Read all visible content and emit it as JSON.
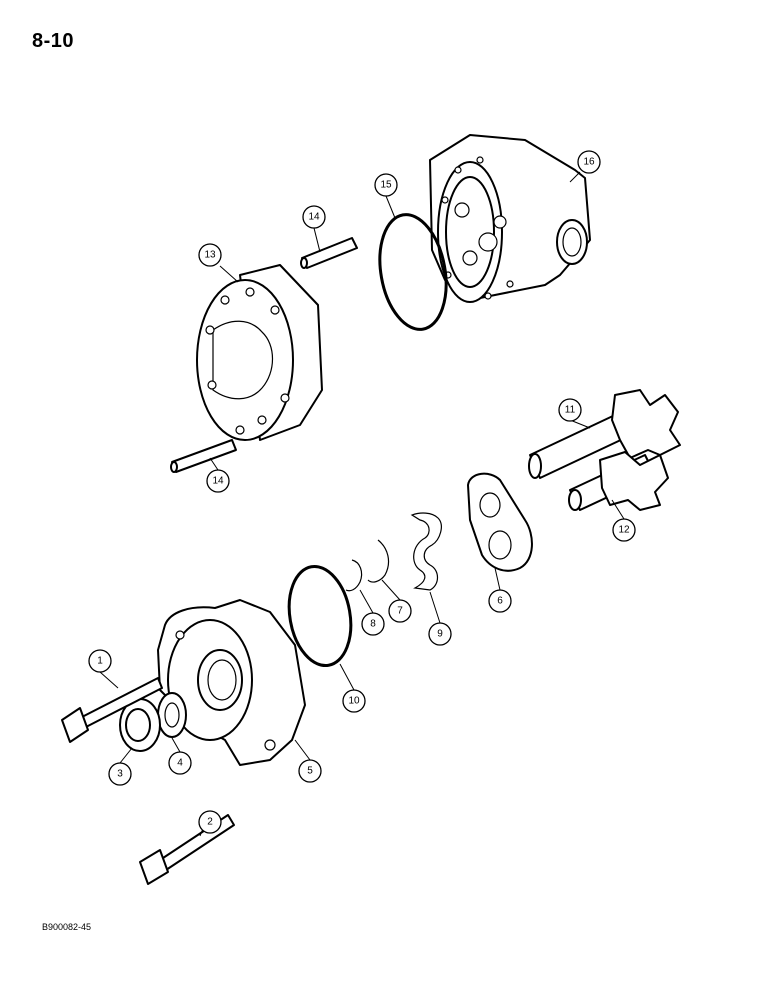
{
  "page": {
    "number": "8-10",
    "figure_code": "B900082-45"
  },
  "callouts": [
    "1",
    "2",
    "3",
    "4",
    "5",
    "6",
    "7",
    "8",
    "9",
    "10",
    "11",
    "12",
    "13",
    "14",
    "14",
    "15",
    "16"
  ]
}
